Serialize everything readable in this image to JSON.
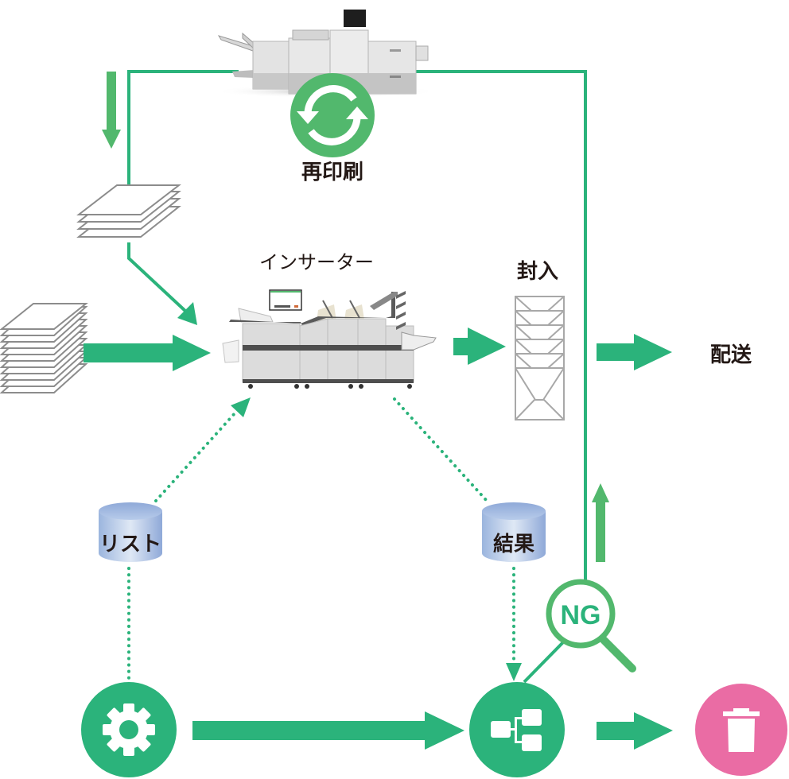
{
  "diagram": {
    "title": "",
    "colors": {
      "flow_green": "#2bb37b",
      "icon_green": "#52b86d",
      "trash_pink": "#ea6ca4",
      "paper_stroke": "#8c8c8c",
      "db_blue": "#a9c3e6",
      "text": "#231815"
    },
    "nodes": {
      "printer": {
        "label": "再印刷",
        "icon": "refresh-icon"
      },
      "inserter": {
        "label": "インサーター"
      },
      "enveloping": {
        "label": "封入",
        "icon": "envelope-stack-icon"
      },
      "delivery": {
        "label": "配送"
      },
      "list_db": {
        "label": "リスト",
        "icon": "database-icon"
      },
      "result_db": {
        "label": "結果",
        "icon": "database-icon"
      },
      "settings": {
        "icon": "gear-icon"
      },
      "sorting": {
        "icon": "hierarchy-icon"
      },
      "inspection": {
        "label": "NG",
        "icon": "magnifier-icon"
      },
      "discard": {
        "icon": "trash-icon"
      }
    },
    "edges": [
      {
        "from": "printer",
        "to": "reprint-paper",
        "style": "solid-line"
      },
      {
        "from": "reprint-paper",
        "to": "inserter",
        "style": "solid-arrow"
      },
      {
        "from": "paper-stack",
        "to": "inserter",
        "style": "thick-arrow"
      },
      {
        "from": "inserter",
        "to": "enveloping",
        "style": "thick-arrow"
      },
      {
        "from": "enveloping",
        "to": "delivery",
        "style": "thick-arrow"
      },
      {
        "from": "list_db",
        "to": "inserter",
        "style": "dotted-arrow"
      },
      {
        "from": "inserter",
        "to": "result_db",
        "style": "dotted-line"
      },
      {
        "from": "list_db",
        "to": "settings",
        "style": "dotted-line"
      },
      {
        "from": "result_db",
        "to": "sorting",
        "style": "dotted-arrow"
      },
      {
        "from": "settings",
        "to": "sorting",
        "style": "thick-arrow"
      },
      {
        "from": "sorting",
        "to": "discard",
        "style": "thick-arrow"
      },
      {
        "from": "sorting",
        "to": "inspection",
        "style": "solid-line"
      },
      {
        "from": "inspection",
        "to": "printer",
        "style": "solid-line"
      }
    ]
  }
}
